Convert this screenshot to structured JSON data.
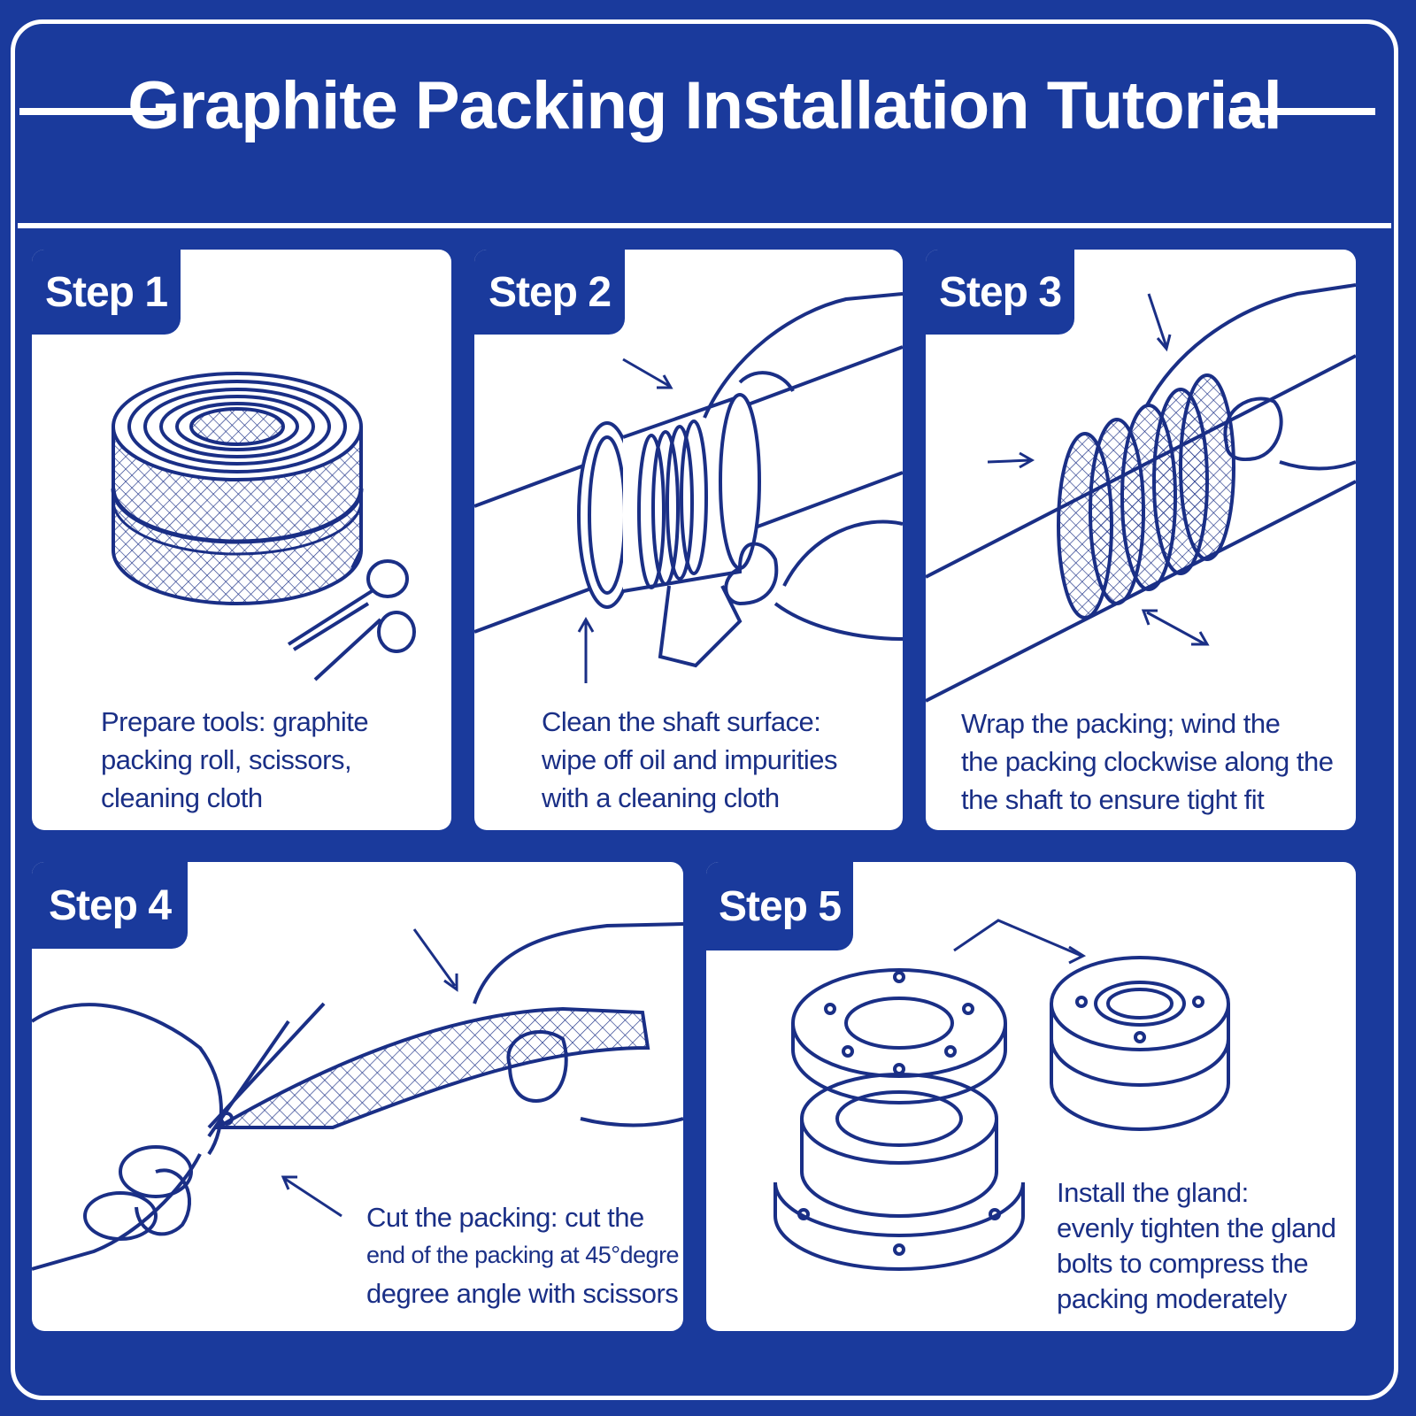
{
  "title": "Graphite Packing Installation Tutorial",
  "steps": [
    {
      "label": "Step 1",
      "lines": [
        "Prepare tools: graphite",
        "packing roll, scissors,",
        "cleaning cloth"
      ]
    },
    {
      "label": "Step 2",
      "lines": [
        "Clean the shaft surface:",
        "wipe off oil and impurities",
        "with a cleaning cloth"
      ]
    },
    {
      "label": "Step 3",
      "lines": [
        "Wrap the packing; wind the",
        "the packing clockwise along the",
        "the shaft to ensure tight fit"
      ]
    },
    {
      "label": "Step 4",
      "lines": [
        "Cut the packing: cut the",
        "end of the packing at 45°degre",
        "degree angle with scissors"
      ]
    },
    {
      "label": "Step 5",
      "lines": [
        "Install the gland:",
        "evenly tighten the gland",
        "bolts to compress the",
        "packing moderately"
      ]
    }
  ],
  "colors": {
    "brand_blue": "#1a3a9c",
    "ink": "#1a2f86",
    "panel": "#ffffff"
  }
}
